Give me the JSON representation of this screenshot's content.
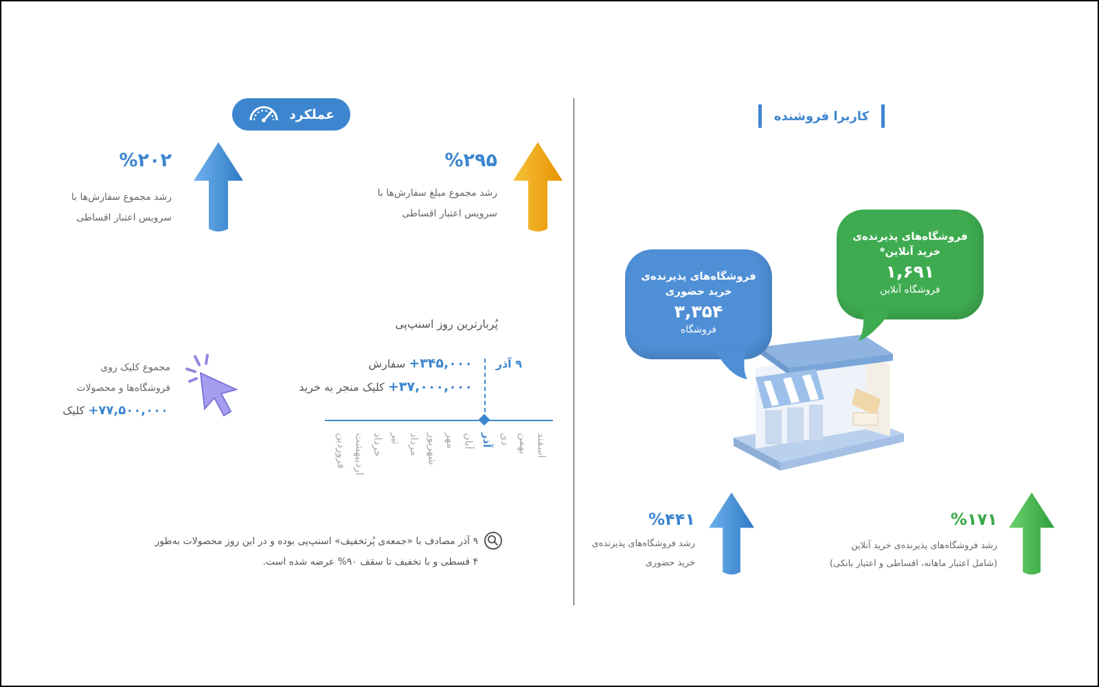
{
  "performance": {
    "badge_label": "عملکرد",
    "stat1": {
      "value": "%۲۹۵",
      "line1": "رشد مجموع مبلغ سفارش‌ها با",
      "line2": "سرویس اعتبار اقساطی"
    },
    "stat2": {
      "value": "%۲۰۲",
      "line1": "رشد مجموع سفارش‌ها با",
      "line2": "سرویس اعتبار اقساطی"
    },
    "busiest_title": "پُربارترین روز اسنپ‌پی",
    "busiest_date": "۹ آذر",
    "orders_value": "+۳۴۵,۰۰۰",
    "orders_label": "سفارش",
    "clicks_buy_value": "+۳۷,۰۰۰,۰۰۰",
    "clicks_buy_label": "کلیک منجر به خرید",
    "total_clicks_line1": "مجموع کلیک روی",
    "total_clicks_line2": "فروشگاه‌ها و محصولات",
    "total_clicks_value": "+۷۷,۵۰۰,۰۰۰",
    "total_clicks_unit": "کلیک",
    "months": [
      "فروردین",
      "اردیبهشت",
      "خرداد",
      "تیر",
      "مرداد",
      "شهریور",
      "مهر",
      "آبان",
      "آذر",
      "دی",
      "بهمن",
      "اسفند"
    ],
    "active_month": "آذر",
    "footnote_line1": "۹ آذر مصادف با «جمعه‌ی پُرتخفیف» اسنپ‌پی بوده و در این روز محصولات به‌طور",
    "footnote_line2": "۴ قسطی و با تخفیف تا سقف ۹۰% عرضه شده است."
  },
  "seller": {
    "title": "کاربرا فروشنده",
    "inperson_bubble": {
      "line1": "فروشگاه‌های پذیرنده‌ی",
      "line2": "خرید حضوری",
      "value": "۳,۳۵۴",
      "unit": "فروشگاه"
    },
    "online_bubble": {
      "line1": "فروشگاه‌های پذیرنده‌ی",
      "line2": "خرید آنلاین*",
      "value": "۱,۶۹۱",
      "unit": "فروشگاه آنلاین"
    },
    "stat_inperson": {
      "value": "%۴۴۱",
      "line1": "رشد فروشگاه‌های پذیرنده‌ی",
      "line2": "خرید حضوری"
    },
    "stat_online": {
      "value": "%۱۷۱",
      "line1": "رشد فروشگاه‌های پذیرنده‌ی خرید آنلاین",
      "line2": "(شامل اعتبار ماهانه، اقساطی و اعتبار بانکی)"
    }
  },
  "colors": {
    "blue": "#3d86cf",
    "orange": "#f2a516",
    "green": "#3aaa4a"
  }
}
